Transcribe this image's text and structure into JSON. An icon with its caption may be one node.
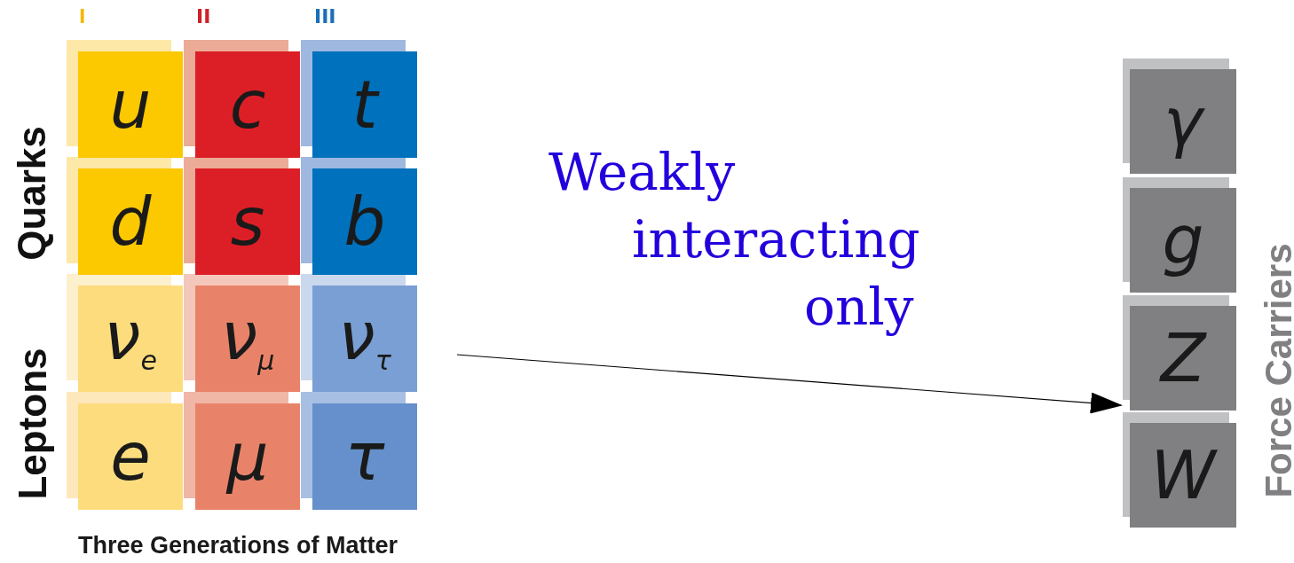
{
  "diagram": {
    "nodes": [
      {
        "text": [
          "u"
        ]
      },
      {
        "text": [
          "c"
        ]
      },
      {
        "text": [
          "t"
        ]
      },
      {
        "text": [
          "d"
        ]
      },
      {
        "text": [
          "s"
        ]
      },
      {
        "text": [
          "b"
        ]
      },
      {
        "text": [
          "ν$_{e}$"
        ]
      },
      {
        "text": [
          "ν$_{μ}$"
        ]
      },
      {
        "text": [
          "ν$_{τ}$"
        ]
      },
      {
        "text": [
          "e"
        ]
      },
      {
        "text": [
          "μ"
        ]
      },
      {
        "text": [
          "τ"
        ]
      },
      {
        "text": [
          "γ"
        ]
      },
      {
        "text": [
          "g"
        ]
      },
      {
        "text": [
          "Z"
        ]
      },
      {
        "text": [
          "W"
        ]
      }
    ],
    "edges": [
      {
        "from": 8,
        "to": 14,
        "arrow": "to"
      }
    ],
    "labels": [
      "I",
      "II",
      "III",
      "Quarks",
      "Leptons",
      "Weakly interacting only",
      "Force Carriers",
      "Three Generations of Matter"
    ]
  }
}
